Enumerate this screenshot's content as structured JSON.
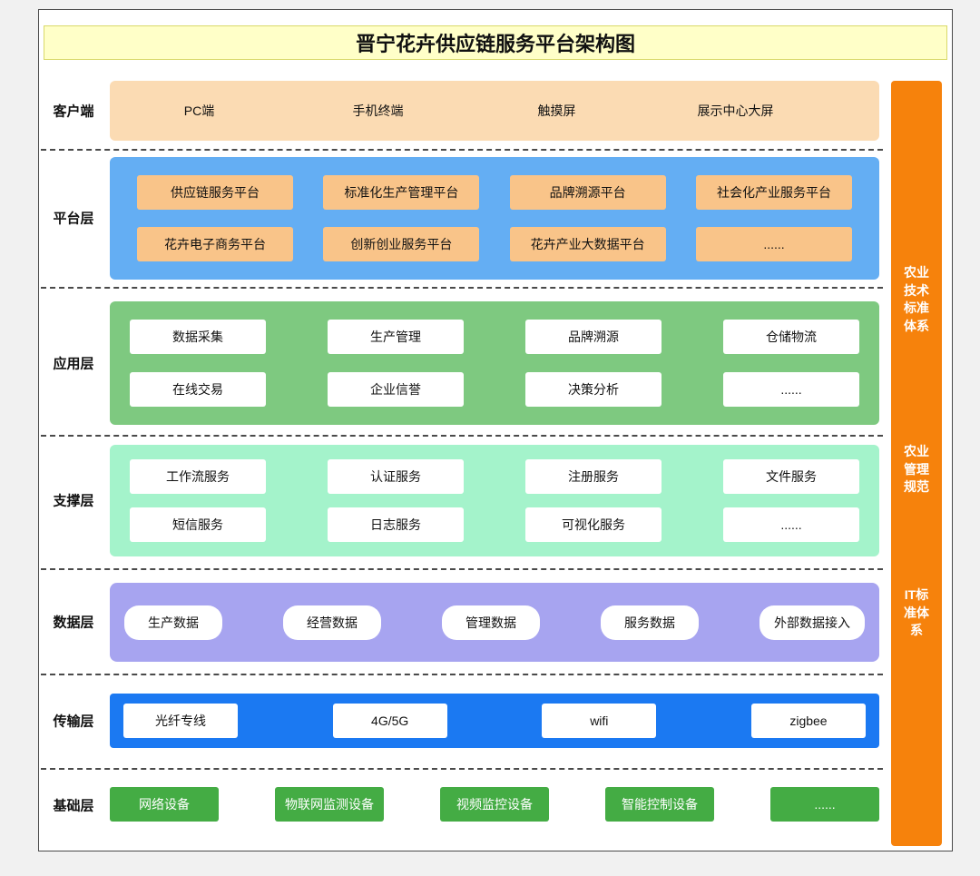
{
  "title": "晋宁花卉供应链服务平台架构图",
  "client": {
    "label": "客户端",
    "items": [
      "PC端",
      "手机终端",
      "触摸屏",
      "展示中心大屏"
    ]
  },
  "platform": {
    "label": "平台层",
    "row1": [
      "供应链服务平台",
      "标准化生产管理平台",
      "品牌溯源平台",
      "社会化产业服务平台"
    ],
    "row2": [
      "花卉电子商务平台",
      "创新创业服务平台",
      "花卉产业大数据平台",
      "......"
    ]
  },
  "application": {
    "label": "应用层",
    "row1": [
      "数据采集",
      "生产管理",
      "品牌溯源",
      "仓储物流"
    ],
    "row2": [
      "在线交易",
      "企业信誉",
      "决策分析",
      "......"
    ]
  },
  "support": {
    "label": "支撑层",
    "row1": [
      "工作流服务",
      "认证服务",
      "注册服务",
      "文件服务"
    ],
    "row2": [
      "短信服务",
      "日志服务",
      "可视化服务",
      "......"
    ]
  },
  "data_layer": {
    "label": "数据层",
    "items": [
      "生产数据",
      "经营数据",
      "管理数据",
      "服务数据",
      "外部数据接入"
    ]
  },
  "transport": {
    "label": "传输层",
    "items": [
      "光纤专线",
      "4G/5G",
      "wifi",
      "zigbee"
    ]
  },
  "infrastructure": {
    "label": "基础层",
    "items": [
      "网络设备",
      "物联网监测设备",
      "视频监控设备",
      "智能控制设备",
      "......"
    ]
  },
  "standards_bar": {
    "items": [
      "农业技术标准体系",
      "农业管理规范",
      "IT标准体系"
    ]
  },
  "colors": {
    "title_bg": "#ffffc8",
    "client_band": "#fbdbb3",
    "platform_band": "#64aef3",
    "platform_box": "#f9c489",
    "application_band": "#7ec980",
    "support_band": "#a4f3cb",
    "data_band": "#a7a4f0",
    "transport_band": "#1b79f2",
    "infrastructure_box": "#44ac44",
    "standards_bar": "#f6820c"
  }
}
